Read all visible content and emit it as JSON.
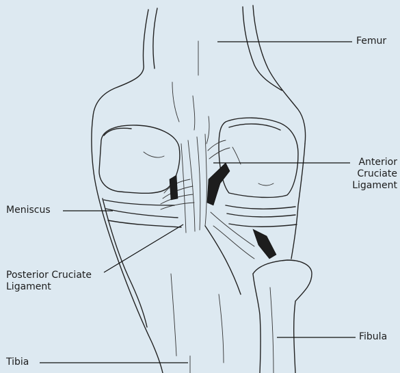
{
  "labels": {
    "femur": "Femur",
    "anterior_line1": "Anterior",
    "anterior_line2": "Cruciate",
    "anterior_line3": "Ligament",
    "meniscus": "Meniscus",
    "posterior_line1": "Posterior Cruciate",
    "posterior_line2": "Ligament",
    "fibula": "Fibula",
    "tibia": "Tibia"
  },
  "colors": {
    "background": "#dde9f1",
    "ink": "#222222"
  }
}
